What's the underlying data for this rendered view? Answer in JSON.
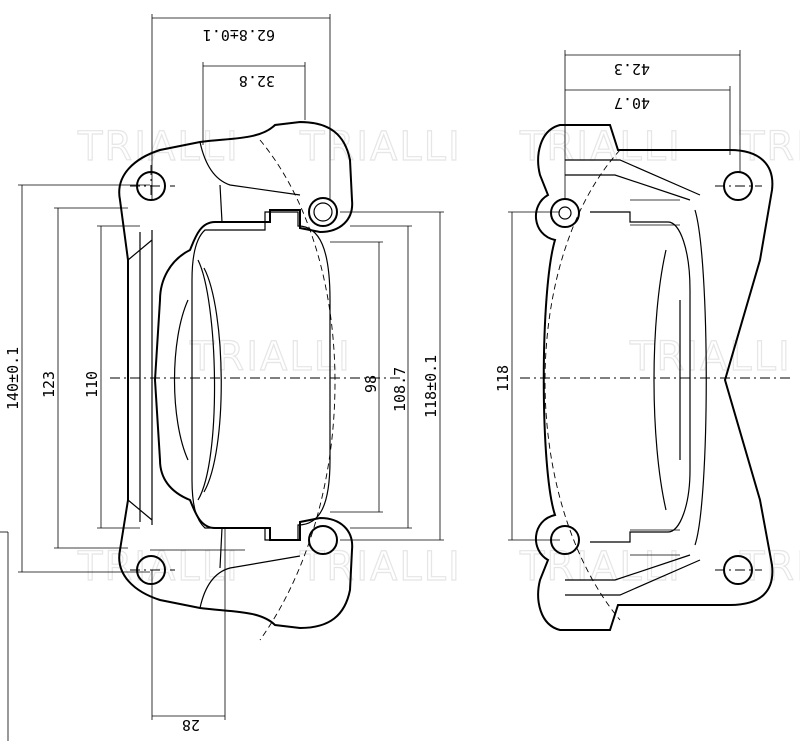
{
  "drawing": {
    "watermark": "TRIALLI",
    "dimensions": {
      "left_view": {
        "d1": "62.8±0.1",
        "d2": "32.8",
        "d3": "140±0.1",
        "d4": "123",
        "d5": "110",
        "d6": "98",
        "d7": "108.7",
        "d8": "118±0.1",
        "d9": "28"
      },
      "right_view": {
        "d1": "42.3",
        "d2": "40.7",
        "d3": "118"
      }
    }
  }
}
